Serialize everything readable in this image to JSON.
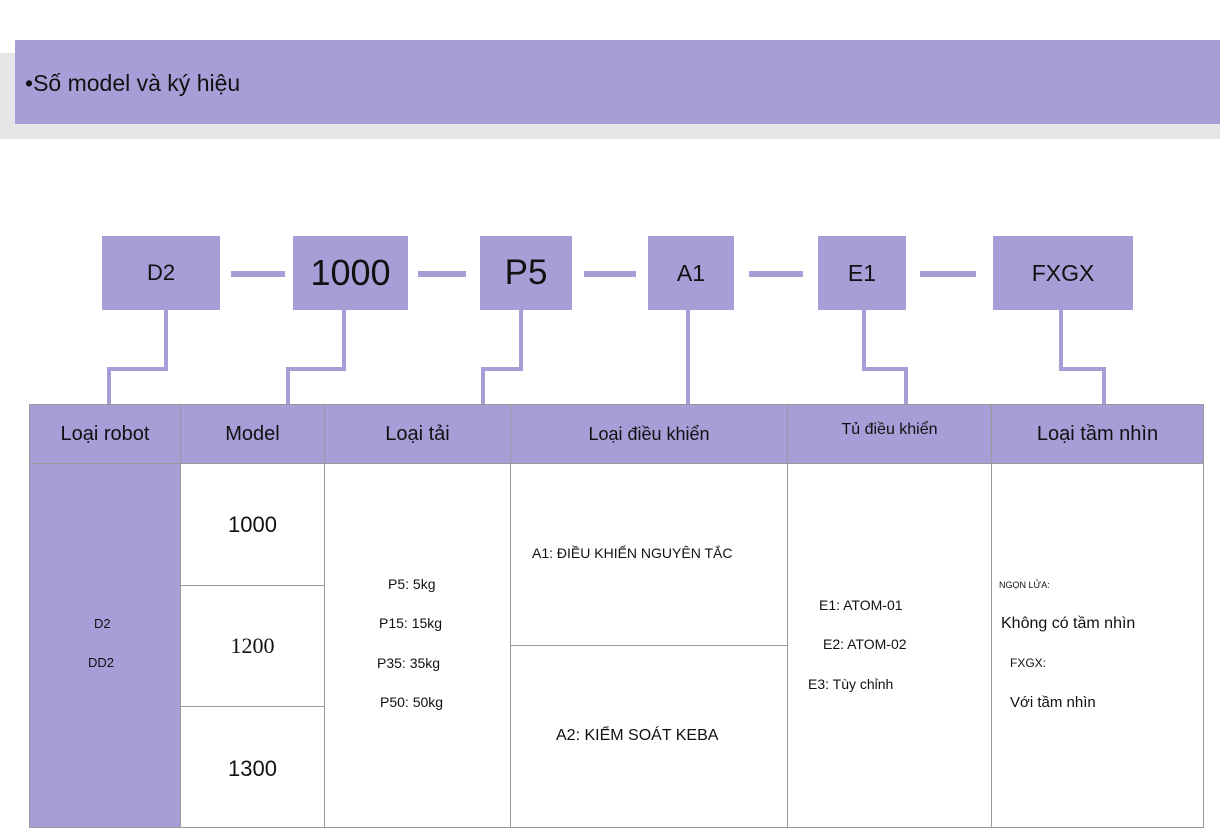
{
  "heading": {
    "bullet": "•",
    "title": "Số model và ký hiệu"
  },
  "code_parts": [
    "D2",
    "1000",
    "P5",
    "A1",
    "E1",
    "FXGX"
  ],
  "table": {
    "headers": [
      "Loại robot",
      "Model",
      "Loại tải",
      "Loại điều khiển",
      "Tủ điều khiển",
      "Loại tầm nhìn"
    ],
    "robot_types": [
      "D2",
      "DD2"
    ],
    "models": [
      "1000",
      "1200",
      "1300"
    ],
    "loads": [
      "P5: 5kg",
      "P15: 15kg",
      "P35: 35kg",
      "P50: 50kg"
    ],
    "controls": [
      "A1: ĐIỀU KHIỂN NGUYÊN TẮC",
      "A2: KIỂM SOÁT KEBA"
    ],
    "cabinets": [
      "E1: ATOM-01",
      "E2: ATOM-02",
      "E3: Tùy chỉnh"
    ],
    "vision": {
      "ngon_lua_label": "NGỌN LỬA:",
      "no_vision": "Không có tầm nhìn",
      "fxgx_label": "FXGX:",
      "with_vision": "Với tầm nhìn"
    }
  },
  "colors": {
    "accent": "#a69ed6",
    "border": "#999999"
  }
}
